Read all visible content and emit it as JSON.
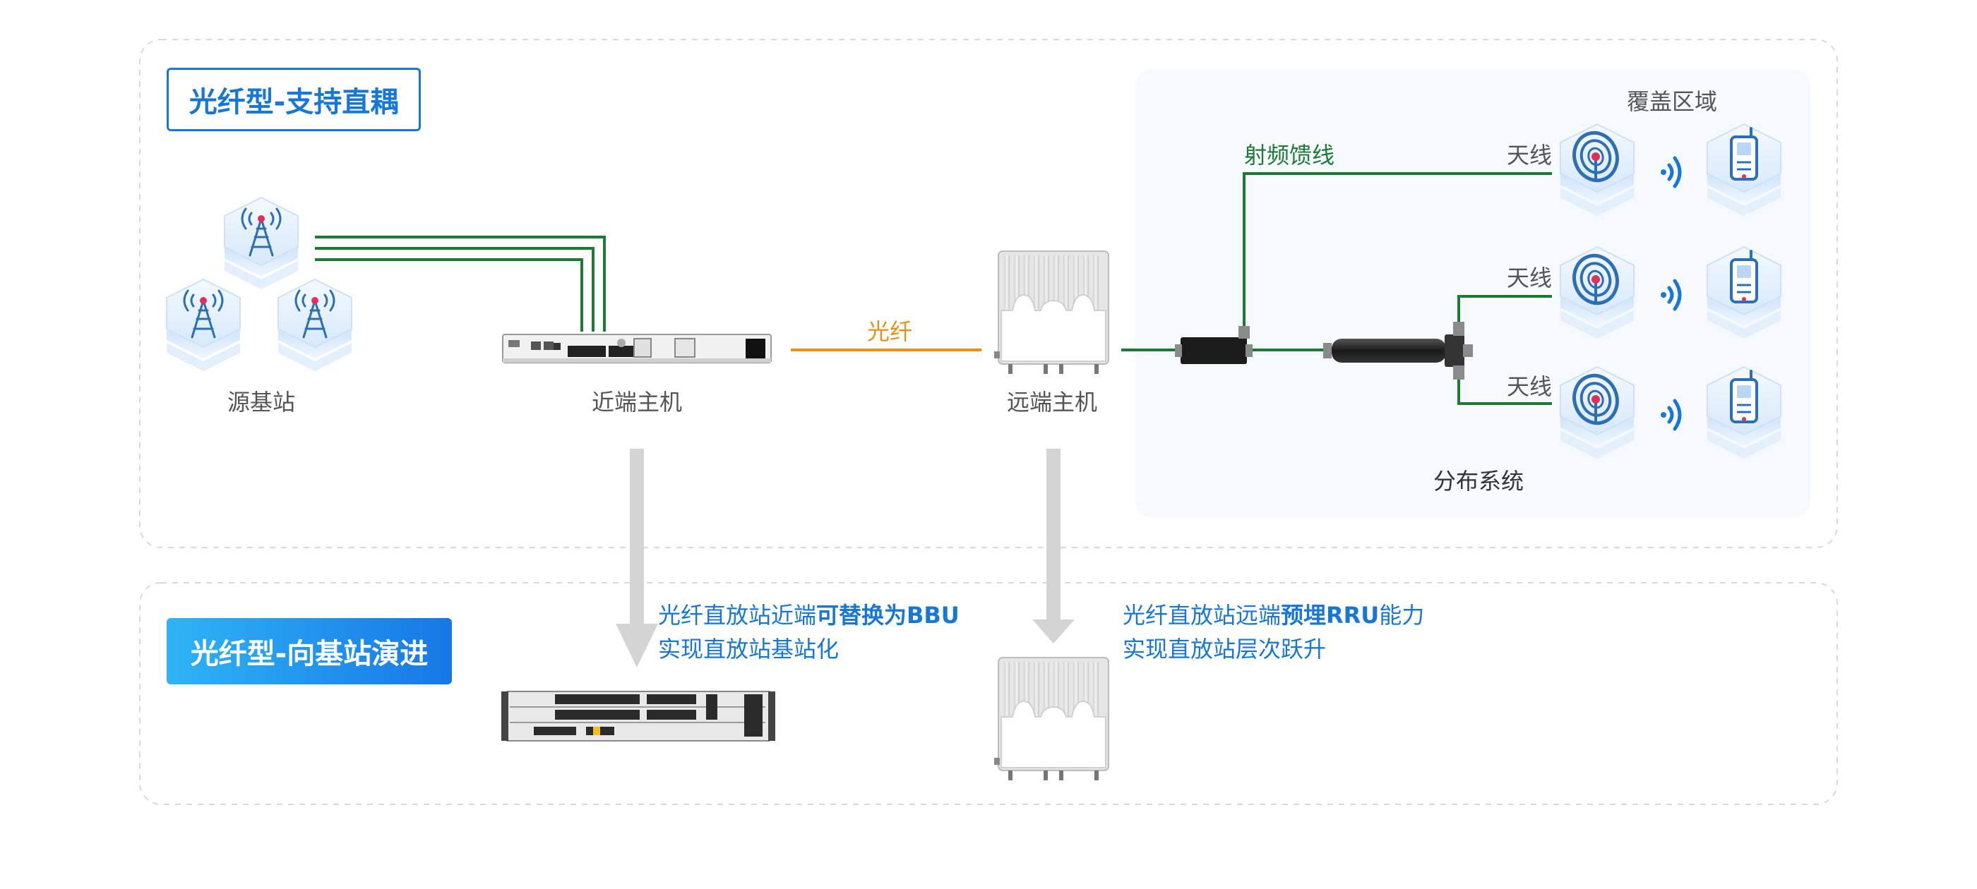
{
  "section1": {
    "title": "光纤型-支持直耦"
  },
  "section2": {
    "title": "光纤型-向基站演进"
  },
  "labels": {
    "source_bs": "源基站",
    "near_host": "近端主机",
    "far_host": "远端主机",
    "fiber": "光纤",
    "rf_feeder": "射频馈线",
    "antenna": [
      "天线",
      "天线",
      "天线"
    ],
    "coverage": "覆盖区域",
    "distribution": "分布系统"
  },
  "evolution": {
    "near": {
      "line1_prefix": "光纤直放站近端",
      "line1_bold": "可替换为BBU",
      "line1_suffix": "",
      "line2": "实现直放站基站化"
    },
    "far": {
      "line1_prefix": "光纤直放站远端",
      "line1_bold": "预埋RRU",
      "line1_suffix": "能力",
      "line2": "实现直放站层次跃升"
    }
  },
  "colors": {
    "accent": "#1677d6",
    "feeder": "#1d7a34",
    "fiber": "#e8901a",
    "arrow": "#d4d4d4",
    "panel": "#f6f9fd"
  },
  "icons": [
    "base-station-icon",
    "near-end-host-icon",
    "remote-unit-icon",
    "coupler-icon",
    "power-splitter-icon",
    "antenna-icon",
    "wireless-signal-icon",
    "mobile-terminal-icon",
    "bbu-icon"
  ]
}
